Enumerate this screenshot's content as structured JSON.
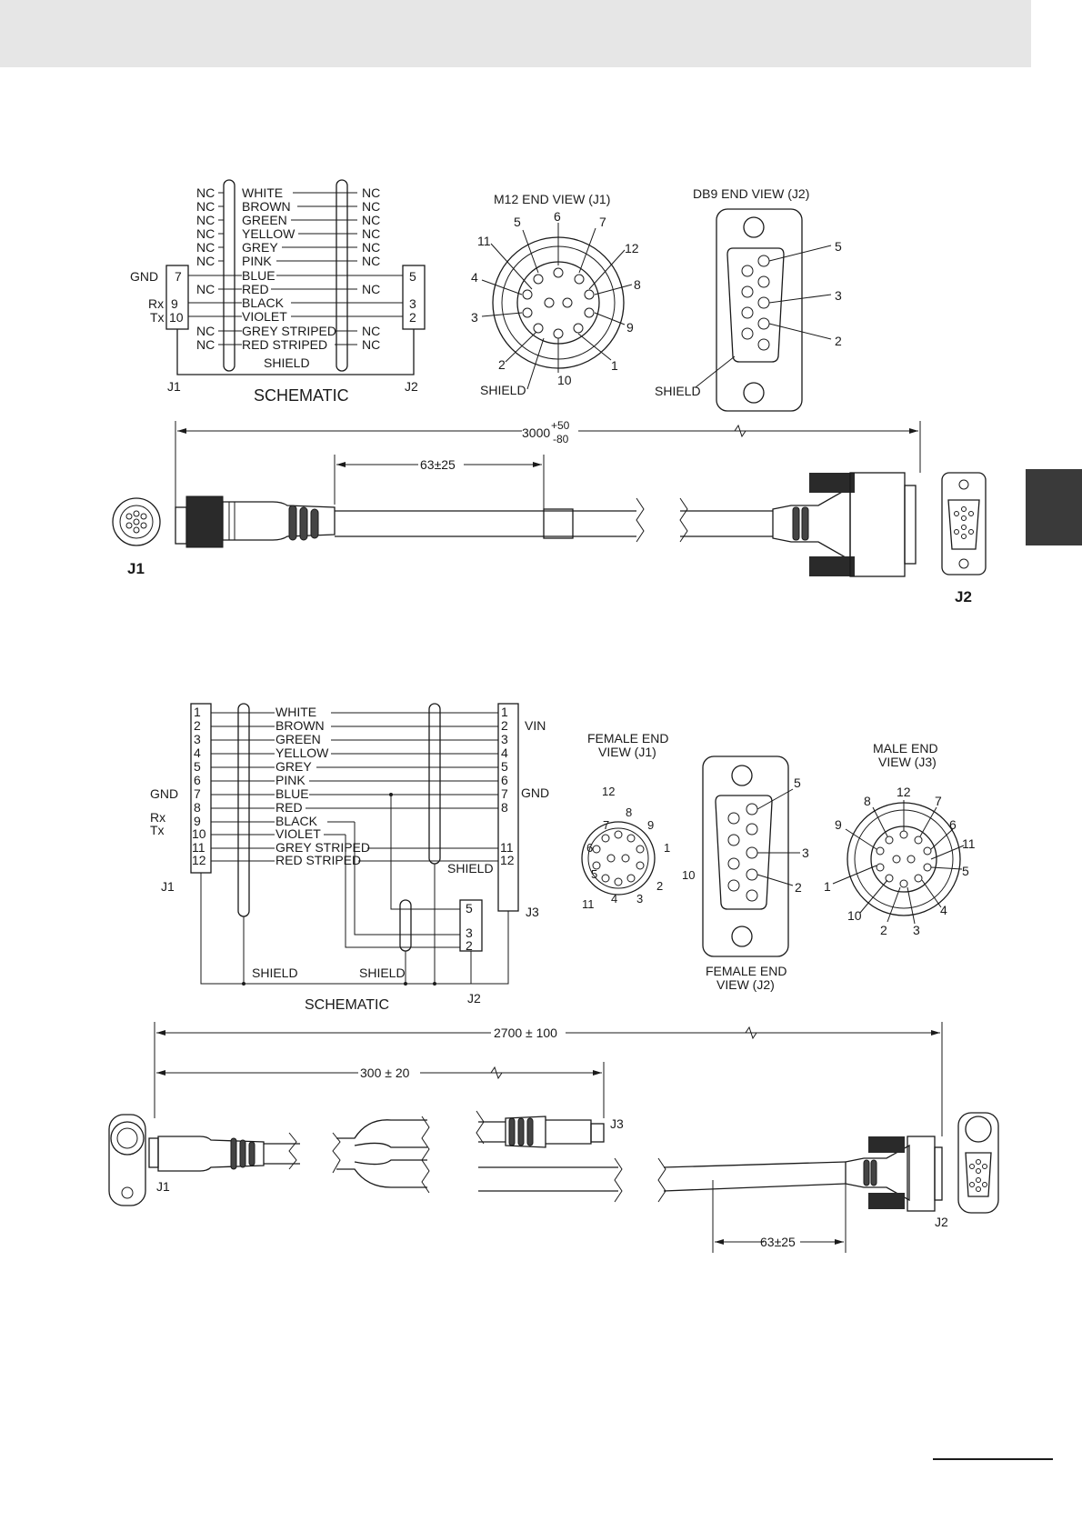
{
  "cable1": {
    "schematic": {
      "title": "SCHEMATIC",
      "j1": "J1",
      "j2": "J2",
      "shield": "SHIELD",
      "gnd": "GND",
      "rx": "Rx",
      "tx": "Tx",
      "nc": "NC",
      "wires": [
        "WHITE",
        "BROWN",
        "GREEN",
        "YELLOW",
        "GREY",
        "PINK",
        "BLUE",
        "RED",
        "BLACK",
        "VIOLET",
        "GREY STRIPED",
        "RED STRIPED"
      ],
      "j1_pins": [
        "7",
        "9",
        "10"
      ],
      "j2_pins": [
        "5",
        "3",
        "2"
      ]
    },
    "m12_view": {
      "title": "M12 END VIEW (J1)",
      "pins": [
        "5",
        "6",
        "7",
        "11",
        "12",
        "4",
        "8",
        "3",
        "9",
        "2",
        "1",
        "10"
      ],
      "shield": "SHIELD"
    },
    "db9_view": {
      "title": "DB9 END VIEW (J2)",
      "pins": [
        "5",
        "3",
        "2"
      ],
      "shield": "SHIELD"
    },
    "dims": {
      "overall_base": "3000",
      "overall_plus": "+50",
      "overall_minus": "-80",
      "strip": "63±25"
    },
    "labels": {
      "j1": "J1",
      "j2": "J2"
    }
  },
  "cable2": {
    "schematic": {
      "title": "SCHEMATIC",
      "j1": "J1",
      "j2": "J2",
      "j3": "J3",
      "shield": "SHIELD",
      "vin": "VIN",
      "gnd": "GND",
      "rx": "Rx",
      "tx": "Tx",
      "wires": [
        "WHITE",
        "BROWN",
        "GREEN",
        "YELLOW",
        "GREY",
        "PINK",
        "BLUE",
        "RED",
        "BLACK",
        "VIOLET",
        "GREY STRIPED",
        "RED STRIPED"
      ],
      "pins": [
        "1",
        "2",
        "3",
        "4",
        "5",
        "6",
        "7",
        "8",
        "9",
        "10",
        "11",
        "12"
      ],
      "j3_pins": [
        "1",
        "2",
        "3",
        "4",
        "5",
        "6",
        "7",
        "8",
        "11",
        "12"
      ],
      "j2_pins": [
        "5",
        "3",
        "2"
      ]
    },
    "female_j1": {
      "title_line1": "FEMALE END",
      "title_line2": "VIEW (J1)",
      "pins": [
        "12",
        "8",
        "9",
        "7",
        "6",
        "1",
        "5",
        "10",
        "2",
        "11",
        "4",
        "3"
      ]
    },
    "female_j2": {
      "title_line1": "FEMALE END",
      "title_line2": "VIEW (J2)",
      "pins": [
        "5",
        "3",
        "2"
      ]
    },
    "male_j3": {
      "title_line1": "MALE END",
      "title_line2": "VIEW (J3)",
      "pins": [
        "12",
        "8",
        "7",
        "9",
        "6",
        "11",
        "5",
        "1",
        "4",
        "10",
        "2",
        "3"
      ]
    },
    "dims": {
      "overall": "2700 ± 100",
      "branch": "300 ± 20",
      "strip": "63±25"
    },
    "labels": {
      "j1": "J1",
      "j2": "J2",
      "j3": "J3"
    }
  }
}
